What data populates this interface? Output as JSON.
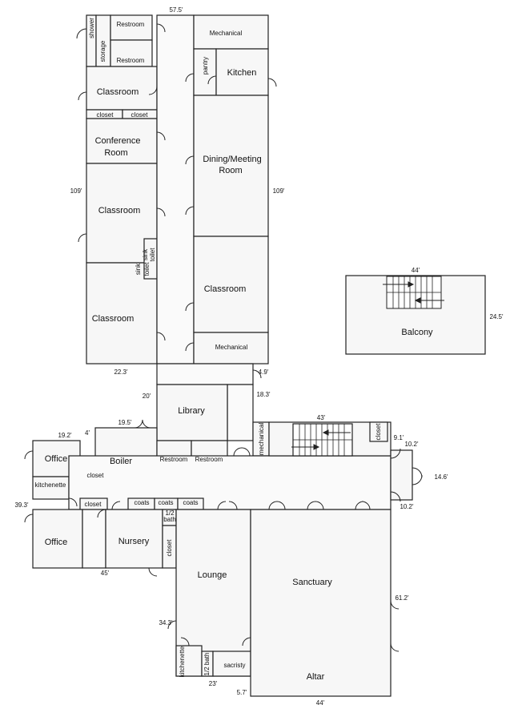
{
  "rooms": {
    "restroom_top_1": "Restroom",
    "restroom_top_2": "Restroom",
    "shower": "shower",
    "storage": "storage",
    "mechanical_top": "Mechanical",
    "pantry": "pantry",
    "kitchen": "Kitchen",
    "classroom_1": "Classroom",
    "closet_1": "closet",
    "closet_2": "closet",
    "conference_room_line1": "Conference",
    "conference_room_line2": "Room",
    "dining_line1": "Dining/Meeting",
    "dining_line2": "Room",
    "classroom_2": "Classroom",
    "sink_1": "sink",
    "toilet_1": "toilet",
    "sink_2": "sink",
    "toilet_2": "toilet",
    "classroom_3": "Classroom",
    "classroom_4": "Classroom",
    "mechanical_mid": "Mechanical",
    "balcony": "Balcony",
    "library": "Library",
    "office_1": "Office",
    "boiler": "Boiler",
    "restroom_mid_1": "Restroom",
    "restroom_mid_2": "Restroom",
    "mechanical_side": "mechanical",
    "closet_stair": "closet",
    "kitchenette_left": "kitchenette",
    "closet_boiler": "closet",
    "closet_hall": "closet",
    "coats_1": "coats",
    "coats_2": "coats",
    "coats_3": "coats",
    "half_bath_top": "1/2",
    "half_bath_bottom": "bath",
    "office_2": "Office",
    "nursery": "Nursery",
    "closet_nursery": "closet",
    "lounge": "Lounge",
    "sanctuary": "Sanctuary",
    "kitchenette_bottom": "kitchenette",
    "half_bath_2": "1/2 bath",
    "sacristy": "sacristy",
    "altar": "Altar"
  },
  "dimensions": {
    "top_width": "57.5'",
    "left_109": "109'",
    "right_109": "109'",
    "balcony_width": "44'",
    "balcony_depth": "24.5'",
    "d_22_3": "22.3'",
    "d_4_9": "4.9'",
    "d_18_3": "18.3'",
    "d_20": "20'",
    "d_19_5": "19.5'",
    "d_43": "43'",
    "d_19_2": "19.2'",
    "d_4": "4'",
    "d_9_1": "9.1'",
    "d_10_2_a": "10.2'",
    "d_14_6": "14.6'",
    "d_10_2_b": "10.2'",
    "d_39_3": "39.3'",
    "d_45": "45'",
    "d_61_2": "61.2'",
    "d_34_3": "34.3'",
    "d_23": "23'",
    "d_5_7": "5.7'",
    "d_44_bottom": "44'"
  }
}
